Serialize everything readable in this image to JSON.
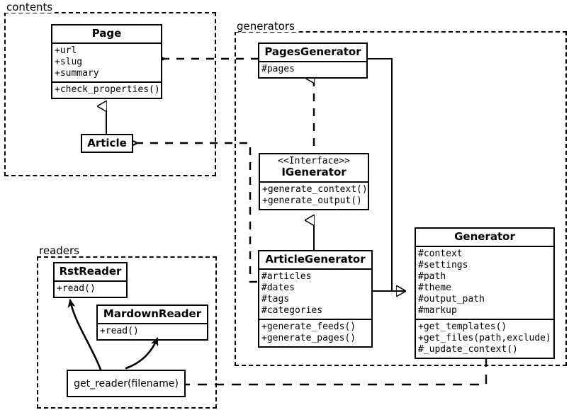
{
  "diagram": {
    "kind": "uml-class-diagram",
    "stroke_color": "#000000",
    "background_color": "#ffffff"
  },
  "packages": [
    {
      "id": "contents",
      "label": "contents"
    },
    {
      "id": "generators",
      "label": "generators"
    },
    {
      "id": "readers",
      "label": "readers"
    }
  ],
  "classes": {
    "page": {
      "name": "Page",
      "attributes": [
        "+url",
        "+slug",
        "+summary"
      ],
      "methods": [
        "+check_properties()"
      ]
    },
    "article": {
      "name": "Article",
      "attributes": [],
      "methods": []
    },
    "pages_generator": {
      "name": "PagesGenerator",
      "attributes": [
        "#pages"
      ],
      "methods": []
    },
    "igenerator": {
      "stereotype": "<<Interface>>",
      "name": "IGenerator",
      "attributes": [],
      "methods": [
        "+generate_context()",
        "+generate_output()"
      ]
    },
    "article_generator": {
      "name": "ArticleGenerator",
      "attributes": [
        "#articles",
        "#dates",
        "#tags",
        "#categories"
      ],
      "methods": [
        "+generate_feeds()",
        "+generate_pages()"
      ]
    },
    "generator": {
      "name": "Generator",
      "attributes": [
        "#context",
        "#settings",
        "#path",
        "#theme",
        "#output_path",
        "#markup"
      ],
      "methods": [
        "+get_templates()",
        "+get_files(path,exclude)",
        "#_update_context()"
      ]
    },
    "rst_reader": {
      "name": "RstReader",
      "attributes": [],
      "methods": [
        "+read()"
      ]
    },
    "mardown_reader": {
      "name": "MardownReader",
      "attributes": [],
      "methods": [
        "+read()"
      ]
    },
    "get_reader": {
      "name": "get_reader(filename)"
    }
  },
  "relations": [
    {
      "id": "pagesgenerator-to-page",
      "from": "PagesGenerator",
      "to": "Page",
      "type": "dependency"
    },
    {
      "id": "articlegenerator-to-article",
      "from": "ArticleGenerator",
      "to": "Article",
      "type": "dependency"
    },
    {
      "id": "article-inherits-page",
      "from": "Article",
      "to": "Page",
      "type": "generalization"
    },
    {
      "id": "pagesgenerator-realizes-igenerator",
      "from": "PagesGenerator",
      "to": "IGenerator",
      "type": "realization"
    },
    {
      "id": "articlegenerator-realizes-igenerator",
      "from": "ArticleGenerator",
      "to": "IGenerator",
      "type": "generalization"
    },
    {
      "id": "pagesgenerator-inherits-generator",
      "from": "PagesGenerator",
      "to": "Generator",
      "type": "generalization"
    },
    {
      "id": "articlegenerator-inherits-generator",
      "from": "ArticleGenerator",
      "to": "Generator",
      "type": "generalization"
    },
    {
      "id": "generator-to-getreader",
      "from": "Generator",
      "to": "get_reader(filename)",
      "type": "dependency"
    },
    {
      "id": "getreader-to-rstreader",
      "from": "get_reader(filename)",
      "to": "RstReader",
      "type": "instantiates"
    },
    {
      "id": "getreader-to-mardownreader",
      "from": "get_reader(filename)",
      "to": "MardownReader",
      "type": "instantiates"
    }
  ]
}
